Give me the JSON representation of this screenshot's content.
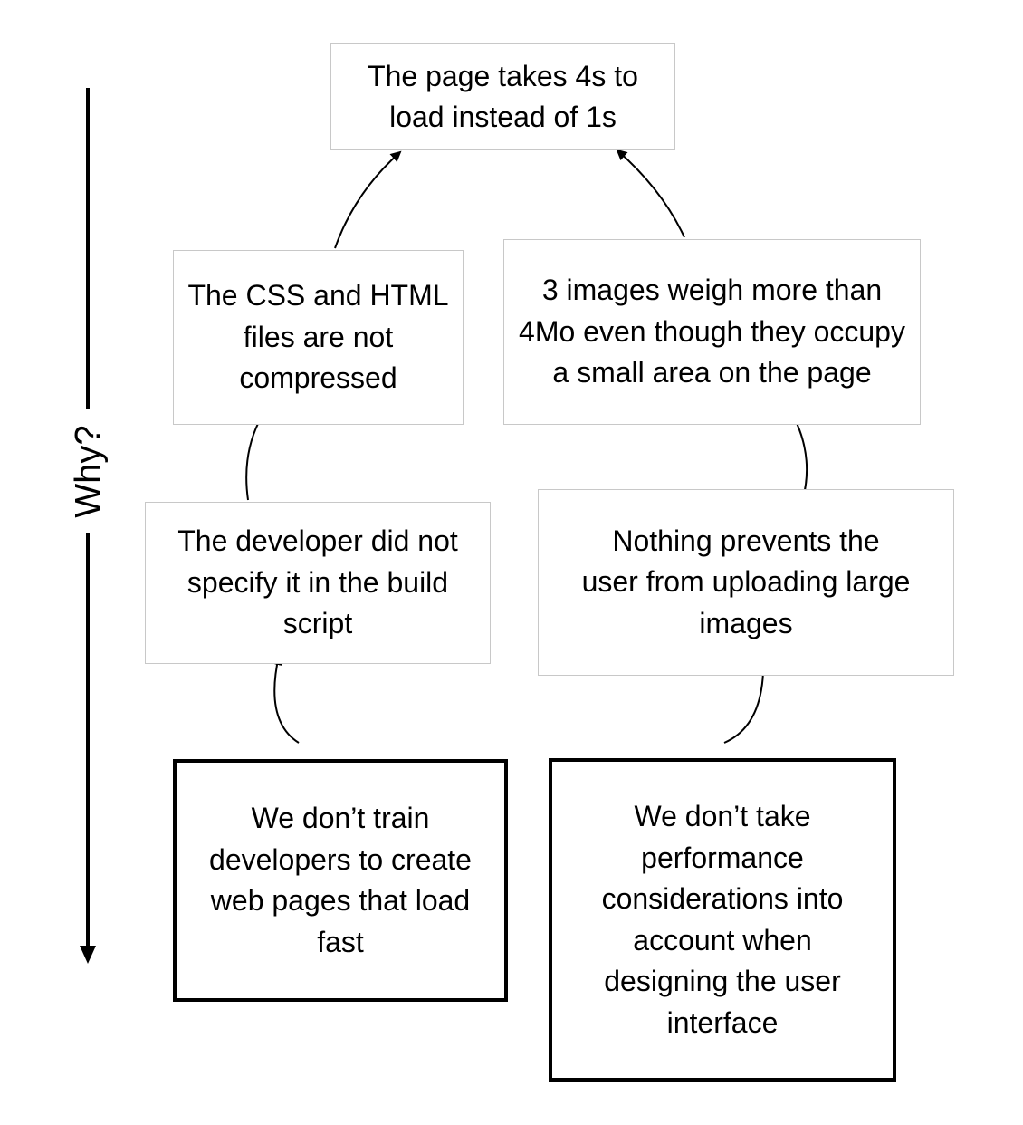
{
  "axis": {
    "label": "Why?"
  },
  "boxes": {
    "problem": "The page takes 4s to load instead of 1s",
    "cause_left_1": "The CSS and HTML files are not compressed",
    "cause_right_1": "3 images weigh more than 4Mo even though they occupy a small area on the page",
    "cause_left_2": "The developer did not specify it in the build script",
    "cause_right_2": "Nothing prevents the user from uploading large images",
    "root_left": "We don’t train developers to create web pages that load fast",
    "root_right": "We don’t take performance considerations into account when designing the user interface"
  }
}
